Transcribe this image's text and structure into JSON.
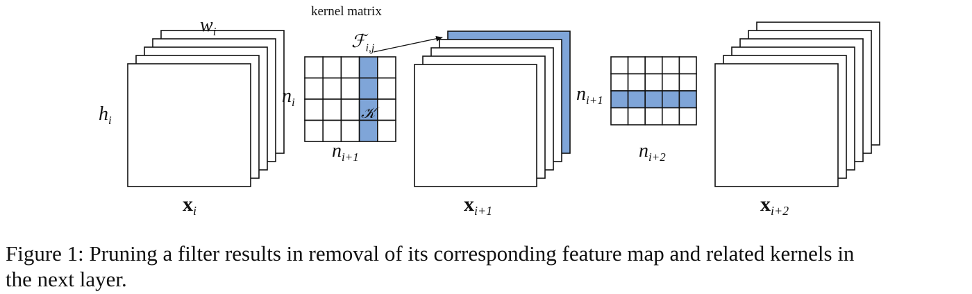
{
  "diagram": {
    "highlight_color": "#7fa5d8",
    "line_color": "#111111",
    "kernel_matrix_label": "kernel matrix",
    "labels": {
      "w_i": {
        "base": "w",
        "sub": "i"
      },
      "h_i": {
        "base": "h",
        "sub": "i"
      },
      "n_i": {
        "base": "n",
        "sub": "i"
      },
      "n_i1_bottom": {
        "base": "n",
        "sub": "i+1"
      },
      "n_i1_side": {
        "base": "n",
        "sub": "i+1"
      },
      "n_i2": {
        "base": "n",
        "sub": "i+2"
      },
      "F_ij": {
        "base": "ℱ",
        "sub": "i,j"
      },
      "K": "𝒦",
      "x_i": {
        "base": "x",
        "sub": "i"
      },
      "x_i1": {
        "base": "x",
        "sub": "i+1"
      },
      "x_i2": {
        "base": "x",
        "sub": "i+2"
      }
    },
    "stacks": [
      {
        "name": "x-i-feature-maps",
        "count": 5,
        "highlighted_index": null
      },
      {
        "name": "x-i1-feature-maps",
        "count": 5,
        "highlighted_index": 4
      },
      {
        "name": "x-i2-feature-maps",
        "count": 6,
        "highlighted_index": null
      }
    ],
    "kernel_matrices": [
      {
        "name": "kernel-matrix-1",
        "rows": 4,
        "cols": 5,
        "highlight": "column",
        "highlight_index": 3
      },
      {
        "name": "kernel-matrix-2",
        "rows": 4,
        "cols": 5,
        "highlight": "row",
        "highlight_index": 2
      }
    ]
  },
  "caption": {
    "line1": "Figure 1: Pruning a filter results in removal of its corresponding feature map and related kernels in",
    "line2": "the next layer."
  }
}
